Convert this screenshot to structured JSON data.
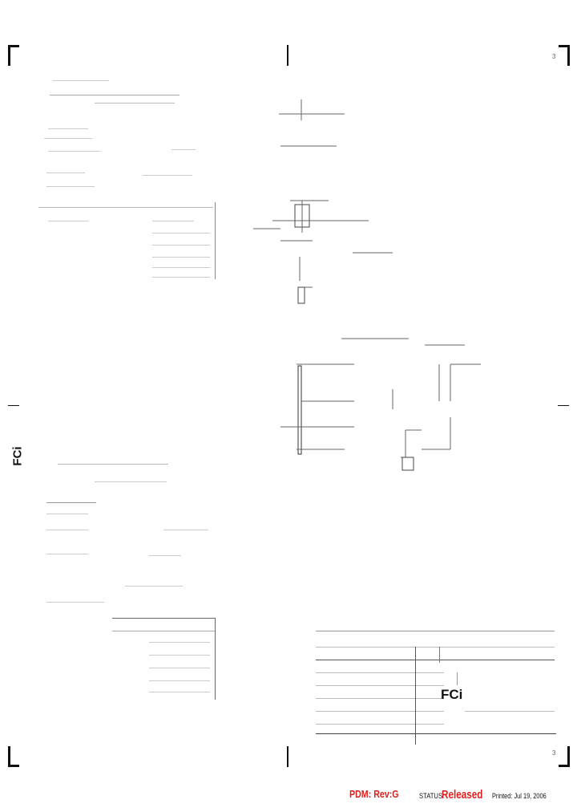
{
  "drawing": {
    "logo_text": "FCi",
    "sheet_number_top": "3",
    "sheet_number_bottom": "3"
  },
  "footer": {
    "pdm_label": "PDM: Rev:G",
    "status_prefix": "STATUS",
    "status_value": "Released",
    "printed": "Printed: Jul 19, 2006"
  }
}
